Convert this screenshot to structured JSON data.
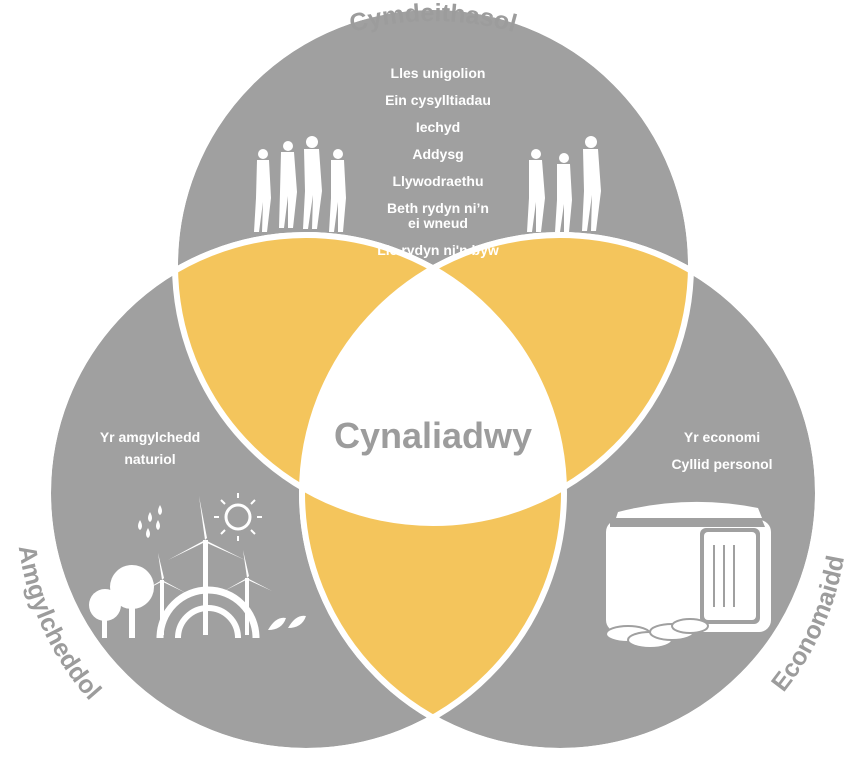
{
  "colors": {
    "circle": "#a0a0a0",
    "overlap": "#f4c55c",
    "center": "#ffffff",
    "label": "#9c9c9c",
    "inner_text": "#ffffff"
  },
  "center": {
    "label": "Cynaliadwy"
  },
  "social": {
    "title": "Cymdeithasol",
    "items": [
      "Lles unigolion",
      "Ein cysylltiadau",
      "Iechyd",
      "Addysg",
      "Llywodraethu",
      "Beth rydyn ni’n",
      "ei wneud",
      "Lle rydyn ni'n byw"
    ],
    "icon": "walking-people-icon"
  },
  "environmental": {
    "title": "Amgylcheddol",
    "items": [
      "Yr amgylchedd",
      "naturiol"
    ],
    "icon": "nature-wind-turbines-icon"
  },
  "economic": {
    "title": "Economaidd",
    "items": [
      "Yr economi",
      "Cyllid personol"
    ],
    "icon": "wallet-coins-icon"
  }
}
